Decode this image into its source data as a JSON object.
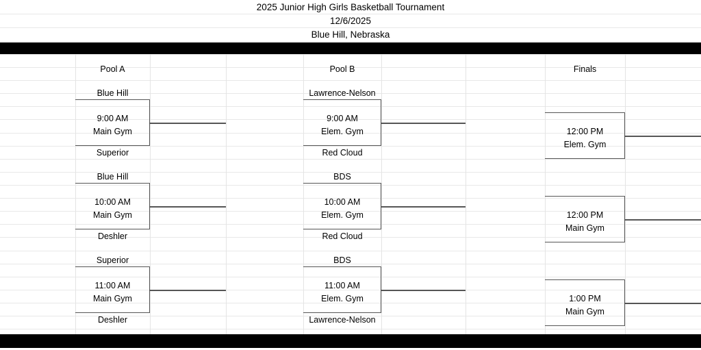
{
  "header": {
    "title": "2025 Junior High Girls Basketball Tournament",
    "date": "12/6/2025",
    "location": "Blue Hill, Nebraska"
  },
  "columns": [
    {
      "id": "pool-a",
      "heading": "Pool A",
      "games": [
        {
          "team_top": "Blue Hill",
          "time": "9:00 AM",
          "venue": "Main Gym",
          "team_bottom": "Superior"
        },
        {
          "team_top": "Blue Hill",
          "time": "10:00 AM",
          "venue": "Main Gym",
          "team_bottom": "Deshler"
        },
        {
          "team_top": "Superior",
          "time": "11:00 AM",
          "venue": "Main Gym",
          "team_bottom": "Deshler"
        }
      ]
    },
    {
      "id": "pool-b",
      "heading": "Pool B",
      "games": [
        {
          "team_top": "Lawrence-Nelson",
          "time": "9:00 AM",
          "venue": "Elem. Gym",
          "team_bottom": "Red Cloud"
        },
        {
          "team_top": "BDS",
          "time": "10:00 AM",
          "venue": "Elem. Gym",
          "team_bottom": "Red Cloud"
        },
        {
          "team_top": "BDS",
          "time": "11:00 AM",
          "venue": "Elem. Gym",
          "team_bottom": "Lawrence-Nelson"
        }
      ]
    },
    {
      "id": "finals",
      "heading": "Finals",
      "games": [
        {
          "team_top": "",
          "time": "12:00 PM",
          "venue": "Elem. Gym",
          "team_bottom": ""
        },
        {
          "team_top": "",
          "time": "12:00 PM",
          "venue": "Main Gym",
          "team_bottom": ""
        },
        {
          "team_top": "",
          "time": "1:00 PM",
          "venue": "Main Gym",
          "team_bottom": ""
        }
      ]
    }
  ]
}
